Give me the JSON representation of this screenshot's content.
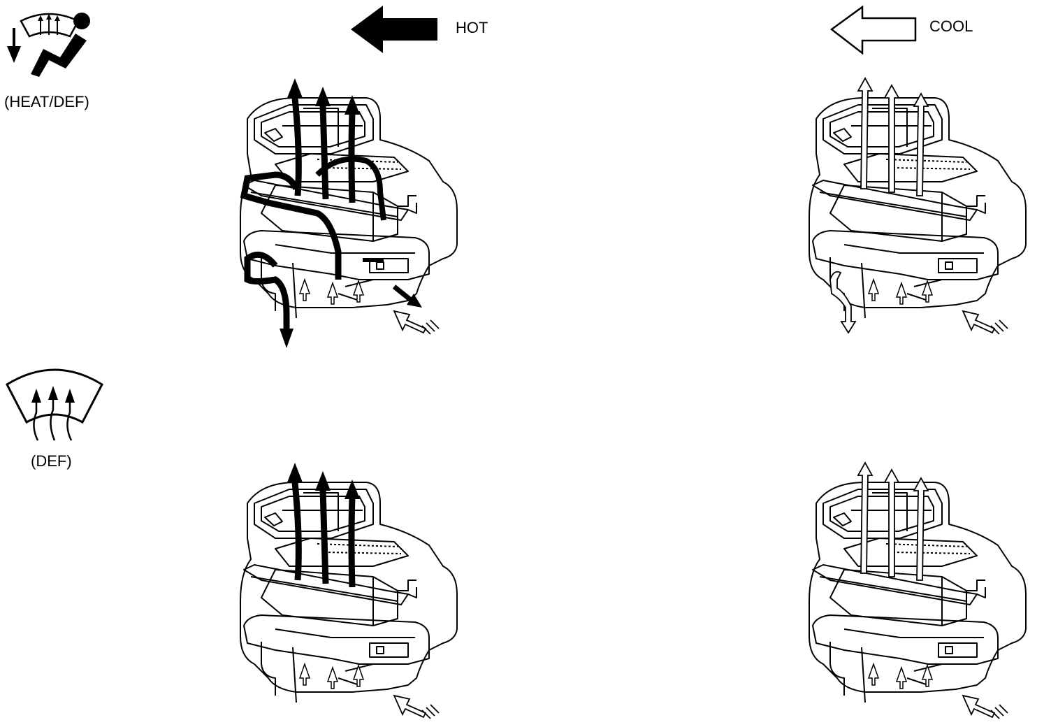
{
  "legend": {
    "hot_label": "HOT",
    "cool_label": "COOL"
  },
  "modes": [
    {
      "key": "heat_def",
      "label": "(HEAT/DEF)",
      "icon": "heat-def-mode-icon"
    },
    {
      "key": "def",
      "label": "(DEF)",
      "icon": "defrost-mode-icon"
    }
  ],
  "colors": {
    "hot_flow": "#000000",
    "cool_flow": "#ffffff",
    "outline": "#000000"
  }
}
